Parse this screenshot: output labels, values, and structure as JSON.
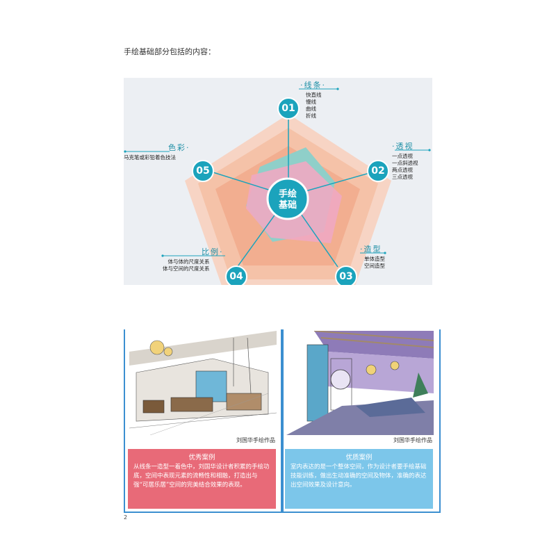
{
  "intro": "手绘基础部分包括的内容：",
  "diagram": {
    "center": [
      "手绘",
      "基础"
    ],
    "items": [
      {
        "number": "01",
        "title": "·线条·",
        "points": [
          "快直线",
          "慢线",
          "曲线",
          "折线"
        ]
      },
      {
        "number": "02",
        "title": "·透视",
        "points": [
          "一点透视",
          "一点斜透视",
          "两点透视",
          "三点透视"
        ]
      },
      {
        "number": "03",
        "title": "·造型",
        "points": [
          "单体造型",
          "空间造型"
        ]
      },
      {
        "number": "04",
        "title": "比例·",
        "points": [
          "体与体的尺度关系",
          "体与空间的尺度关系"
        ]
      },
      {
        "number": "05",
        "title": "色彩·",
        "points": [
          "马克笔或彩铅着色技法"
        ]
      }
    ],
    "colors": {
      "pentagon_outer": "#f7d4c4",
      "pentagon_mid": "#f5c2a8",
      "pentagon_inner": "#f2ae90",
      "teal_shape": "#8fcfc9",
      "pink_shape": "#f0a8c2",
      "circle": "#1ba3bc",
      "line": "#1ba3bc"
    }
  },
  "examples": [
    {
      "credit": "刘国华手绘作品",
      "card_title": "优秀案例",
      "card_text": "从线条一造型一着色中，刘国华设计者积累的手绘功底，空间中表现元素的流畅性和相融，打造出与强“可居乐居”空间的完美结合效果的表现。"
    },
    {
      "credit": "刘国华手绘作品",
      "card_title": "优质案例",
      "card_text": "室内表达的是一个整体空间，作为设计者要手绘基础技能训练，做出生动准确的空间及物体，准确的表达出空间效果及设计意向。"
    }
  ],
  "page_number": "2"
}
